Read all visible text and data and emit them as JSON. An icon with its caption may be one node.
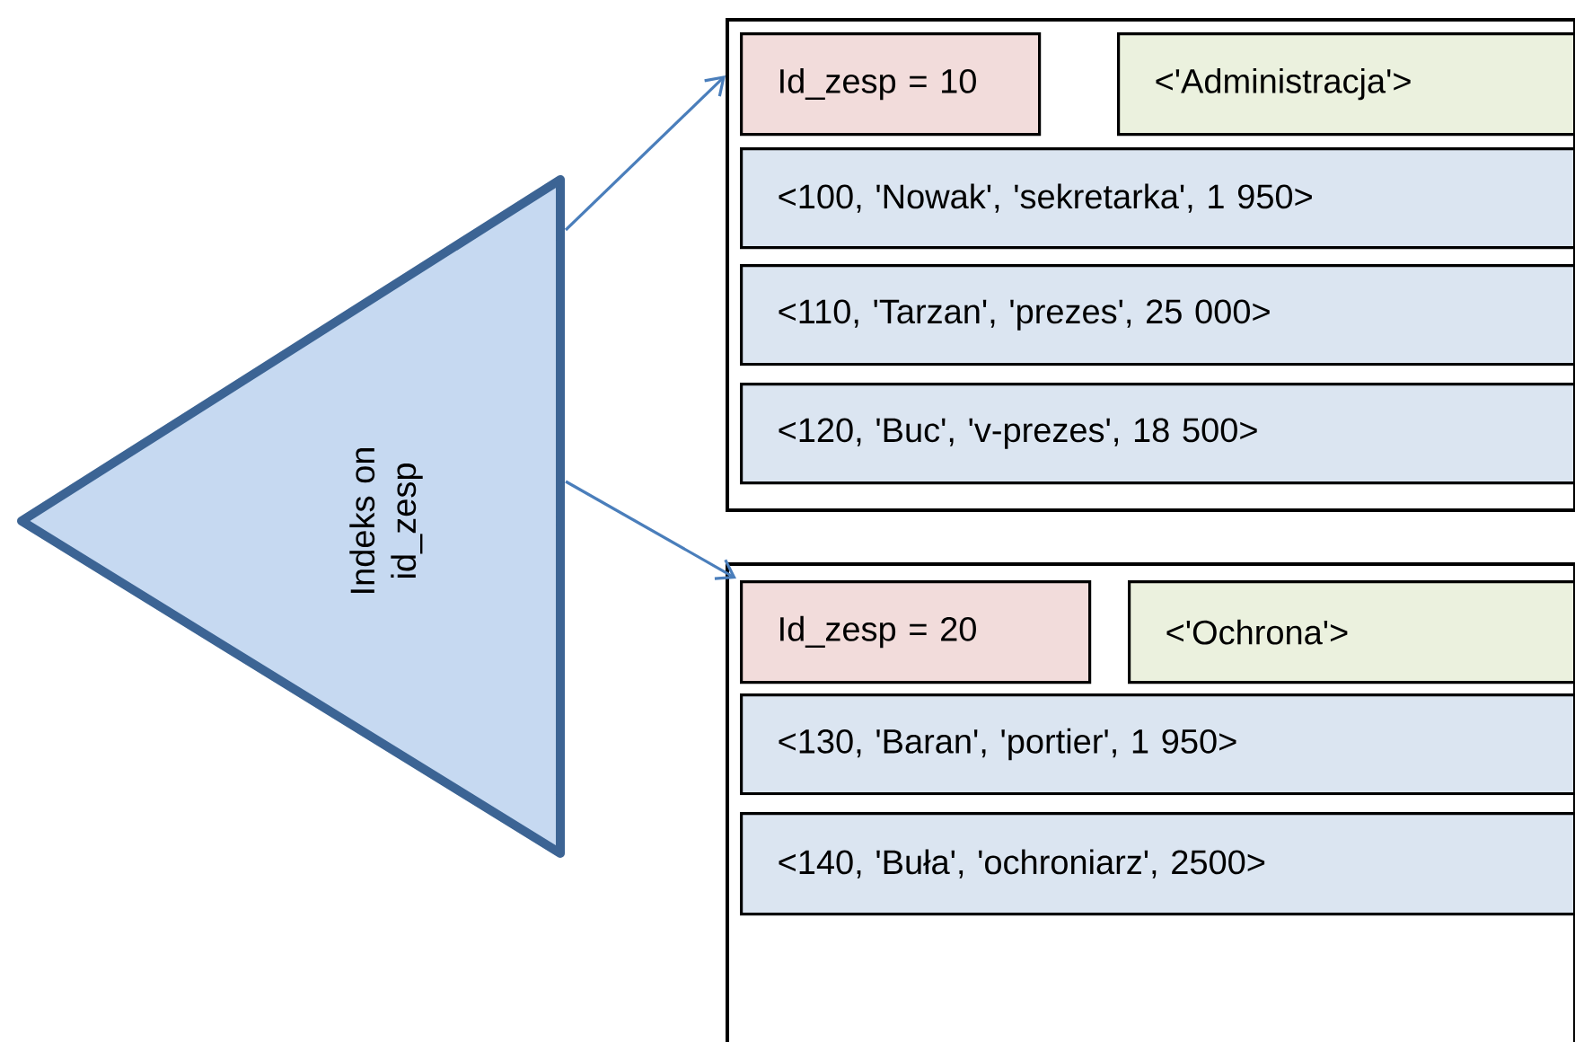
{
  "diagram": {
    "nodes": [
      {
        "text": [
          "Indeks on id_zesp"
        ]
      },
      {
        "text": [],
        "shape": "box"
      },
      {
        "text": [
          "Id_zesp = 10"
        ],
        "in": 1
      },
      {
        "text": [
          "<'Administracja'>"
        ],
        "in": 1
      },
      {
        "text": [
          "<100, 'Nowak', 'sekretarka', 1 950>"
        ],
        "in": 1
      },
      {
        "text": [
          "<110, 'Tarzan', 'prezes', 25 000>"
        ],
        "in": 1
      },
      {
        "text": [
          "<120, 'Buc', 'v-prezes', 18 500>"
        ],
        "in": 1
      },
      {
        "text": [],
        "shape": "box"
      },
      {
        "text": [
          "Id_zesp = 20"
        ],
        "in": 7
      },
      {
        "text": [
          "<'Ochrona'>"
        ],
        "in": 7
      },
      {
        "text": [
          "<130, 'Baran', 'portier', 1 950>"
        ],
        "in": 7
      },
      {
        "text": [
          "<140, 'Buła', 'ochroniarz', 2500>"
        ],
        "in": 7
      }
    ],
    "edges": [
      {
        "from": 0,
        "to": 1,
        "arrow": "to"
      },
      {
        "from": 0,
        "to": 7,
        "arrow": "to"
      }
    ]
  }
}
